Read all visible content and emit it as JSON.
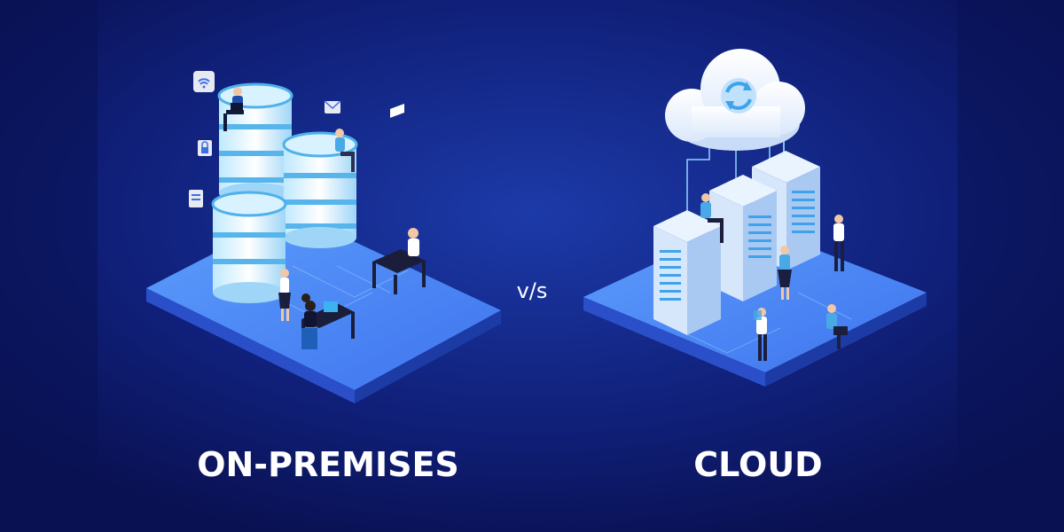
{
  "comparison": {
    "left": {
      "title": "ON-PREMISES",
      "illustration": "on-premises-datacenter-illustration"
    },
    "separator": "v/s",
    "right": {
      "title": "CLOUD",
      "illustration": "cloud-server-illustration"
    }
  },
  "icons": [
    "wifi-icon",
    "lock-icon",
    "envelope-icon",
    "document-icon",
    "cloud-icon",
    "sync-icon"
  ],
  "colors": {
    "background": "#0c1660",
    "platform_top": "#4d8cf7",
    "platform_side": "#2a55d4",
    "database": "#6fcaf5",
    "text": "#ffffff"
  }
}
